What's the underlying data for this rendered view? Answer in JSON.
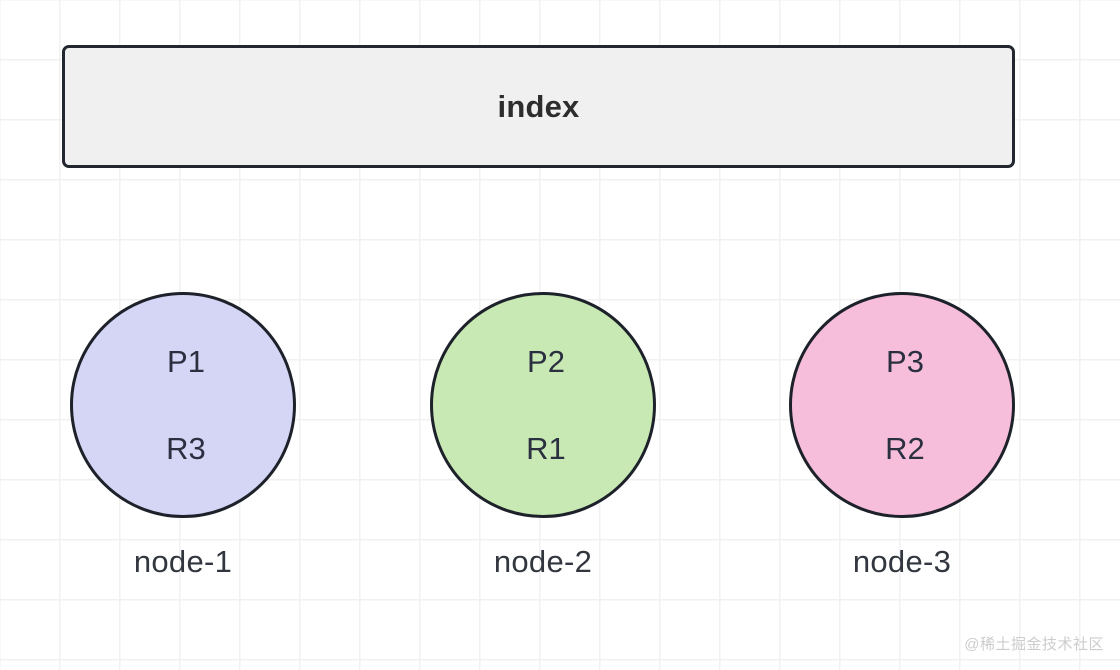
{
  "diagram": {
    "index_bar": {
      "label": "index",
      "fill": "#f0f0f0",
      "stroke": "#22262e"
    },
    "nodes": [
      {
        "caption": "node-1",
        "primary": "P1",
        "replica": "R3",
        "fill": "#d5d6f5",
        "stroke": "#1d212a"
      },
      {
        "caption": "node-2",
        "primary": "P2",
        "replica": "R1",
        "fill": "#c9e9b4",
        "stroke": "#1d212a"
      },
      {
        "caption": "node-3",
        "primary": "P3",
        "replica": "R2",
        "fill": "#f7bedc",
        "stroke": "#1d212a"
      }
    ],
    "watermark": "@稀土掘金技术社区"
  }
}
